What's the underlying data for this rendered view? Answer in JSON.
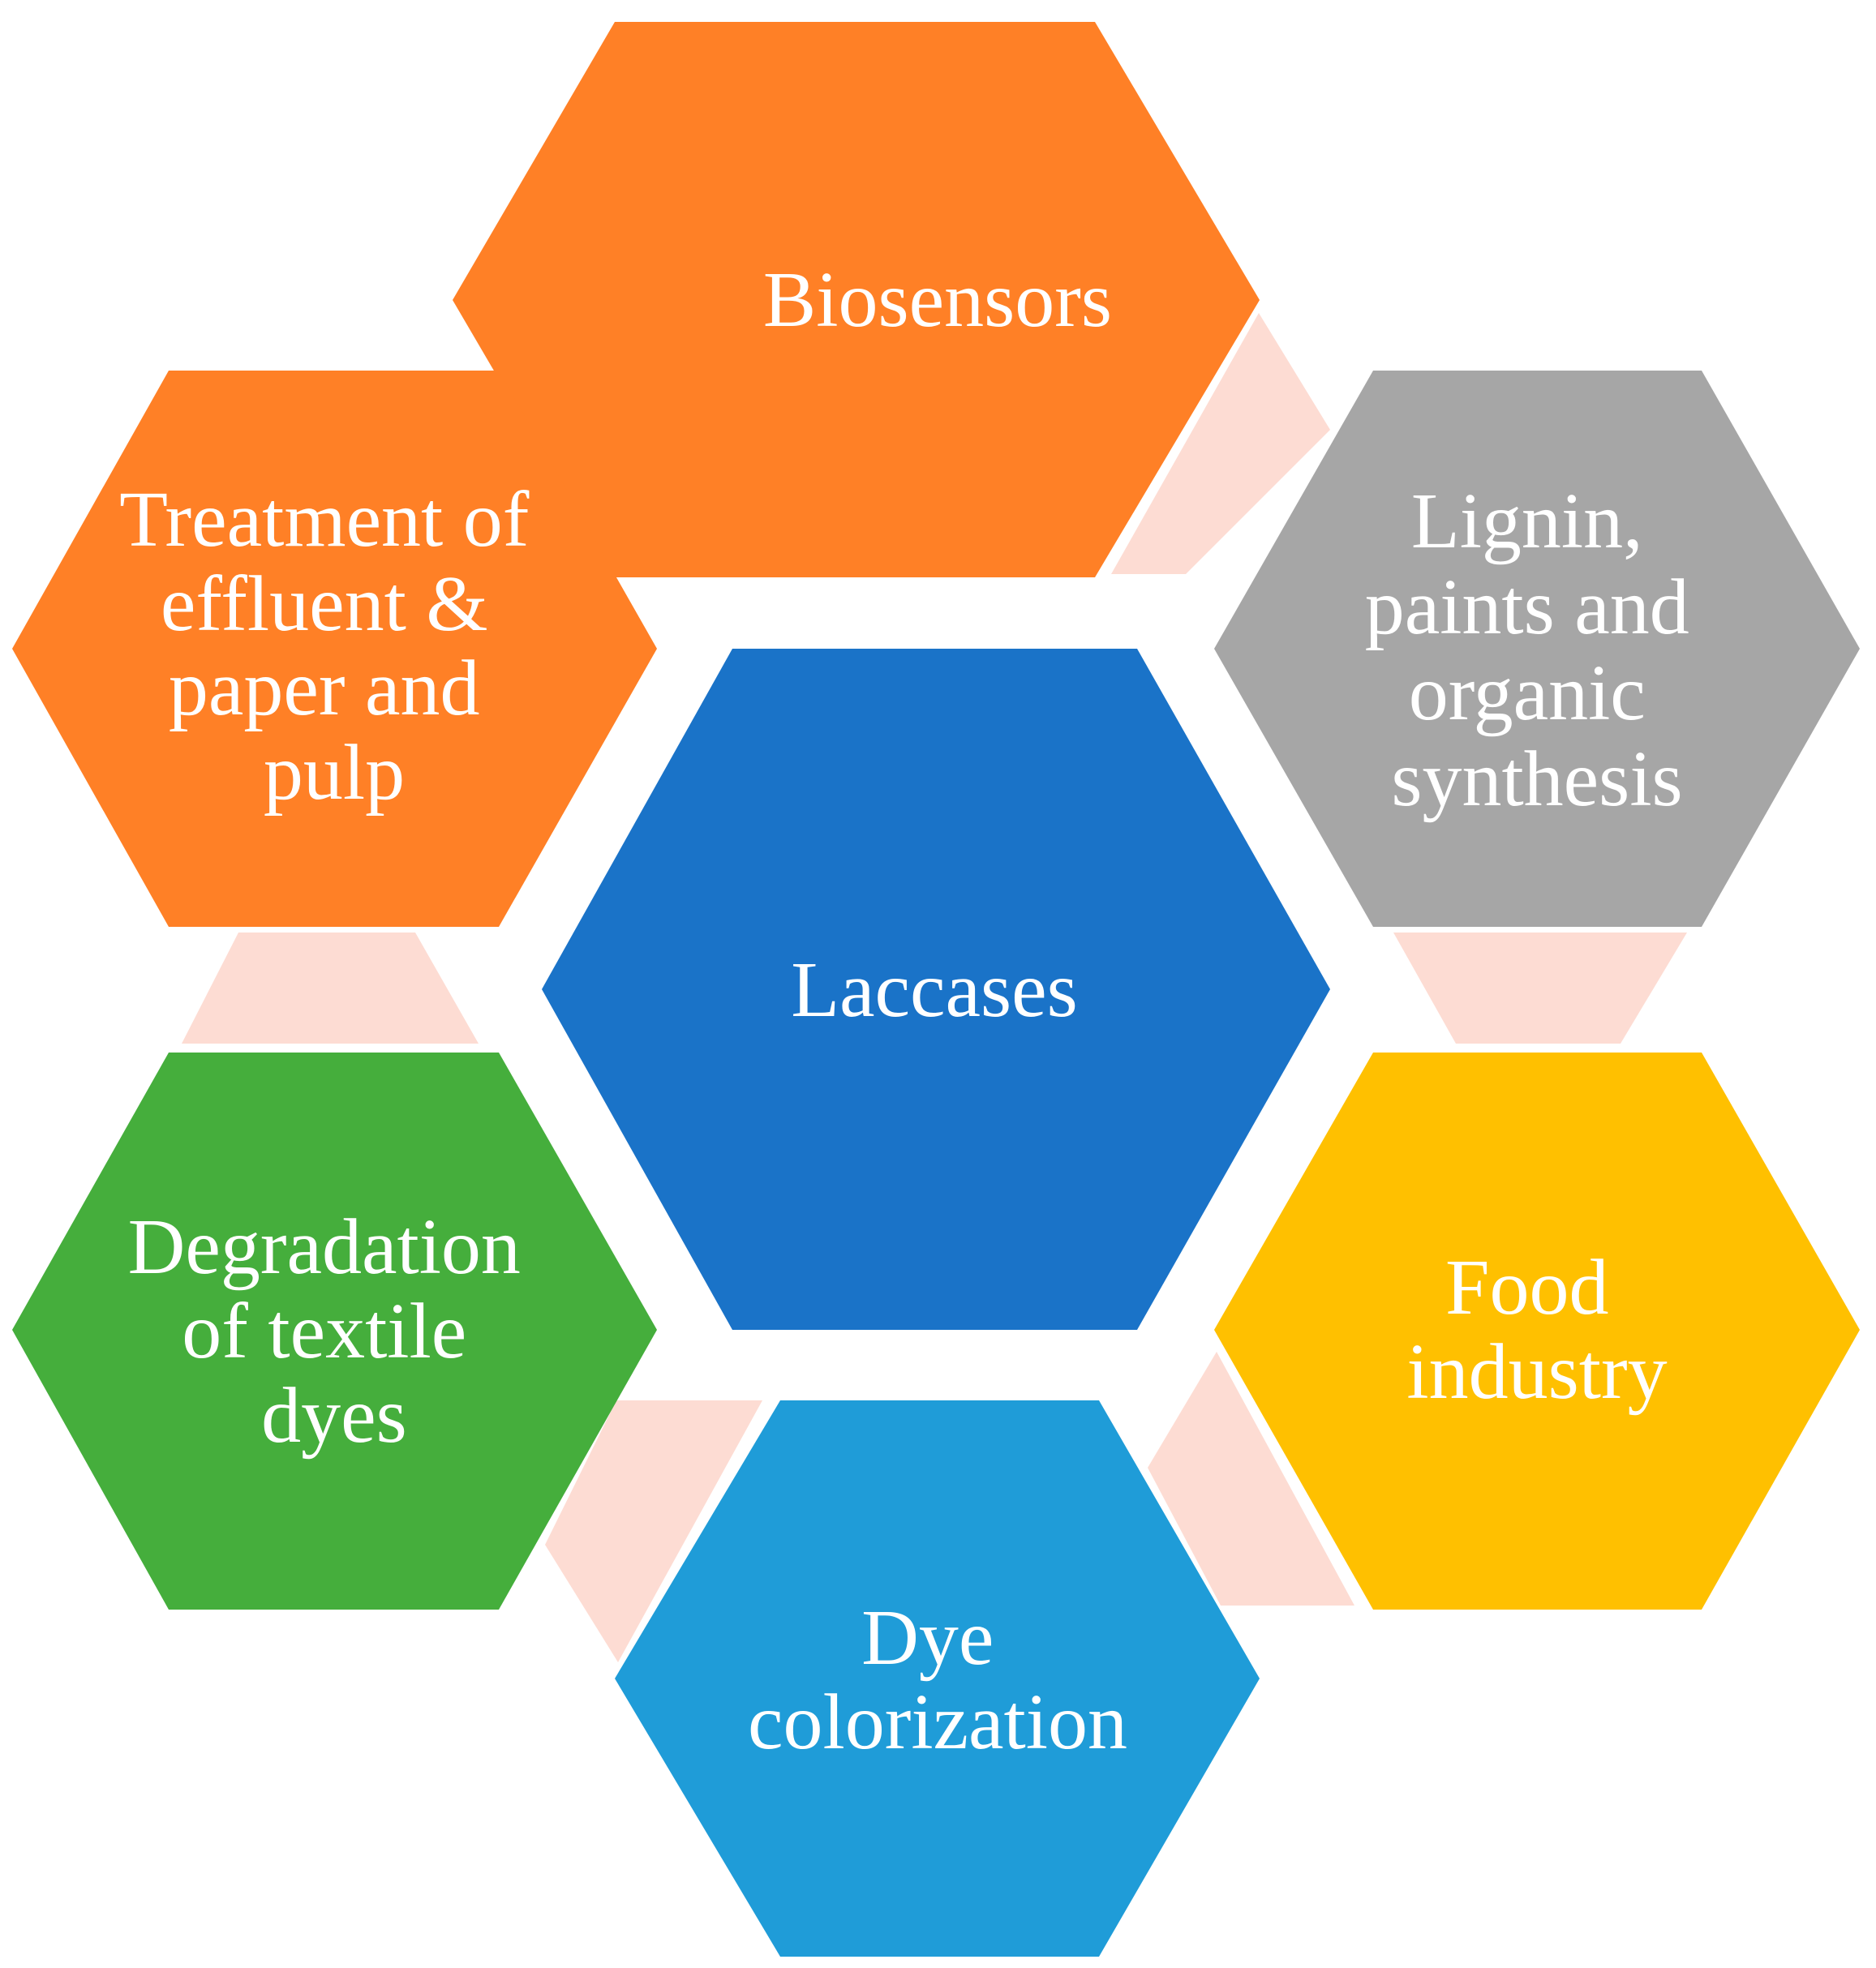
{
  "diagram": {
    "center": {
      "label_lines": [
        "Laccases"
      ],
      "color": "#1A73C8"
    },
    "applications": [
      {
        "id": "biosensors",
        "label_lines": [
          "Biosensors"
        ],
        "color": "#FF8026"
      },
      {
        "id": "lignin",
        "label_lines": [
          "Lignin,",
          "paints and",
          "organic",
          "synthesis"
        ],
        "color": "#A6A6A6"
      },
      {
        "id": "food",
        "label_lines": [
          "Food",
          "industry"
        ],
        "color": "#FFC000"
      },
      {
        "id": "dye-colorization",
        "label_lines": [
          "Dye",
          "colorization"
        ],
        "color": "#1F9CD8"
      },
      {
        "id": "textile",
        "label_lines": [
          "Degradation",
          "of textile",
          "dyes"
        ],
        "color": "#45AE3C"
      },
      {
        "id": "effluent",
        "label_lines": [
          "Treatment of",
          "effluent &",
          "paper and",
          "pulp"
        ],
        "color": "#FF8026"
      }
    ],
    "connector_color": "#FDDCD3"
  }
}
